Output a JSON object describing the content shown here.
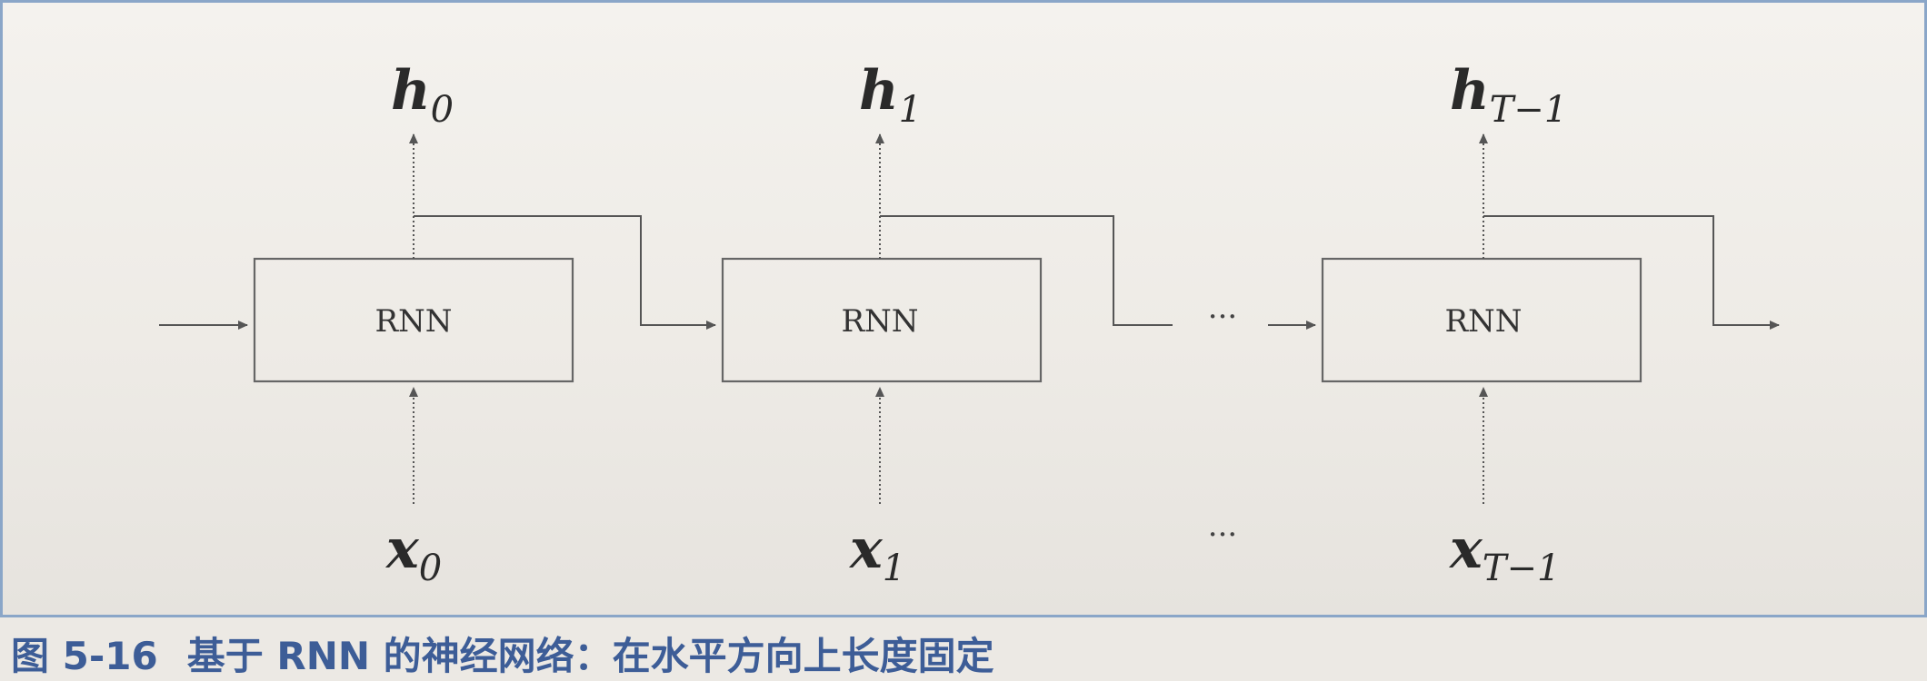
{
  "cells": [
    {
      "label": "RNN",
      "output": {
        "main": "h",
        "sub": "0"
      },
      "input": {
        "main": "x",
        "sub": "0"
      }
    },
    {
      "label": "RNN",
      "output": {
        "main": "h",
        "sub": "1"
      },
      "input": {
        "main": "x",
        "sub": "1"
      }
    },
    {
      "label": "RNN",
      "output": {
        "main": "h",
        "sub": "T−1"
      },
      "input": {
        "main": "x",
        "sub": "T−1"
      }
    }
  ],
  "ellipsis": {
    "middle": "···",
    "bottom": "···"
  },
  "caption": {
    "number": "图 5-16",
    "text": "基于 RNN 的神经网络：在水平方向上长度固定"
  },
  "colors": {
    "caption": "#3d5d97",
    "line": "#555555",
    "frame": "#8aa6c8"
  }
}
